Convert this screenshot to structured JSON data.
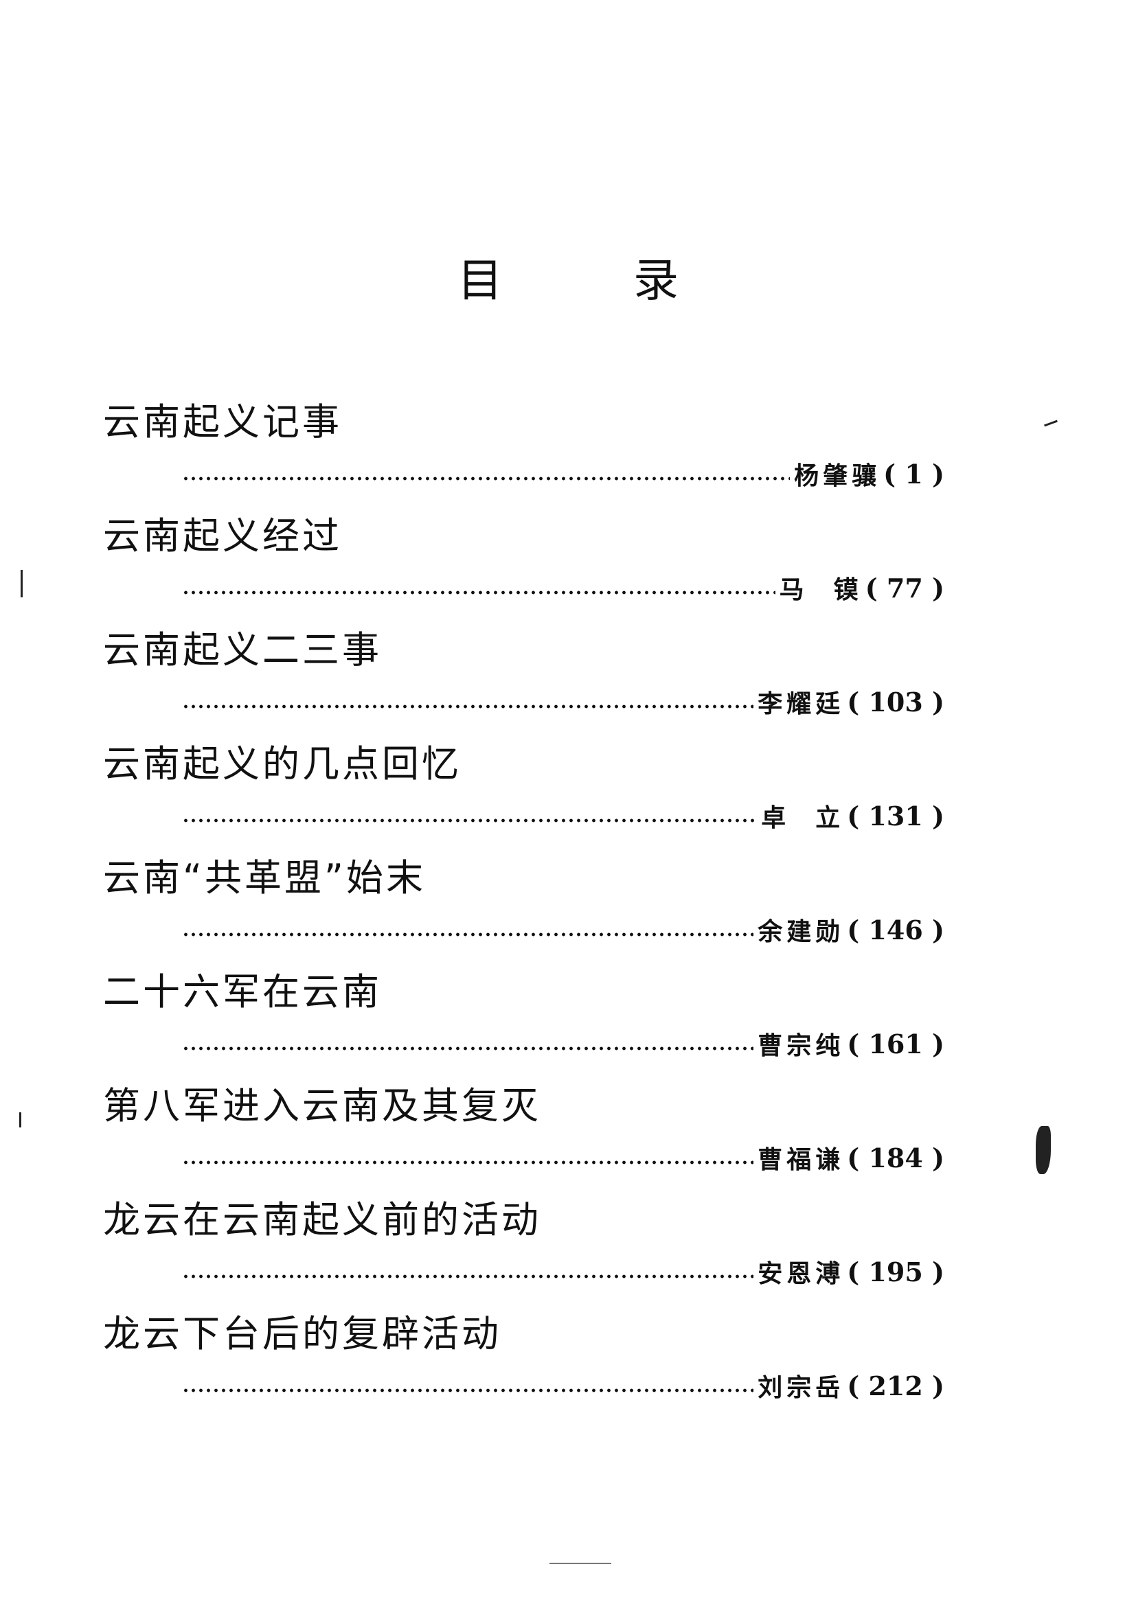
{
  "title": {
    "char1": "目",
    "char2": "录"
  },
  "entries": [
    {
      "title": "云南起义记事",
      "author": "杨肇骧",
      "page": "( 1 )"
    },
    {
      "title": "云南起义经过",
      "author": "马  镆",
      "page": "( 77 )"
    },
    {
      "title": "云南起义二三事",
      "author": "李耀廷",
      "page": "( 103 )"
    },
    {
      "title": "云南起义的几点回忆",
      "author": "卓  立",
      "page": "( 131 )"
    },
    {
      "title": "云南“共革盟”始末",
      "author": "余建勋",
      "page": "( 146 )"
    },
    {
      "title": "二十六军在云南",
      "author": "曹宗纯",
      "page": "( 161 )"
    },
    {
      "title": "第八军进入云南及其复灭",
      "author": "曹福谦",
      "page": "( 184 )"
    },
    {
      "title": "龙云在云南起义前的活动",
      "author": "安恩溥",
      "page": "( 195 )"
    },
    {
      "title": "龙云下台后的复辟活动",
      "author": "刘宗岳",
      "page": "( 212 )"
    }
  ]
}
